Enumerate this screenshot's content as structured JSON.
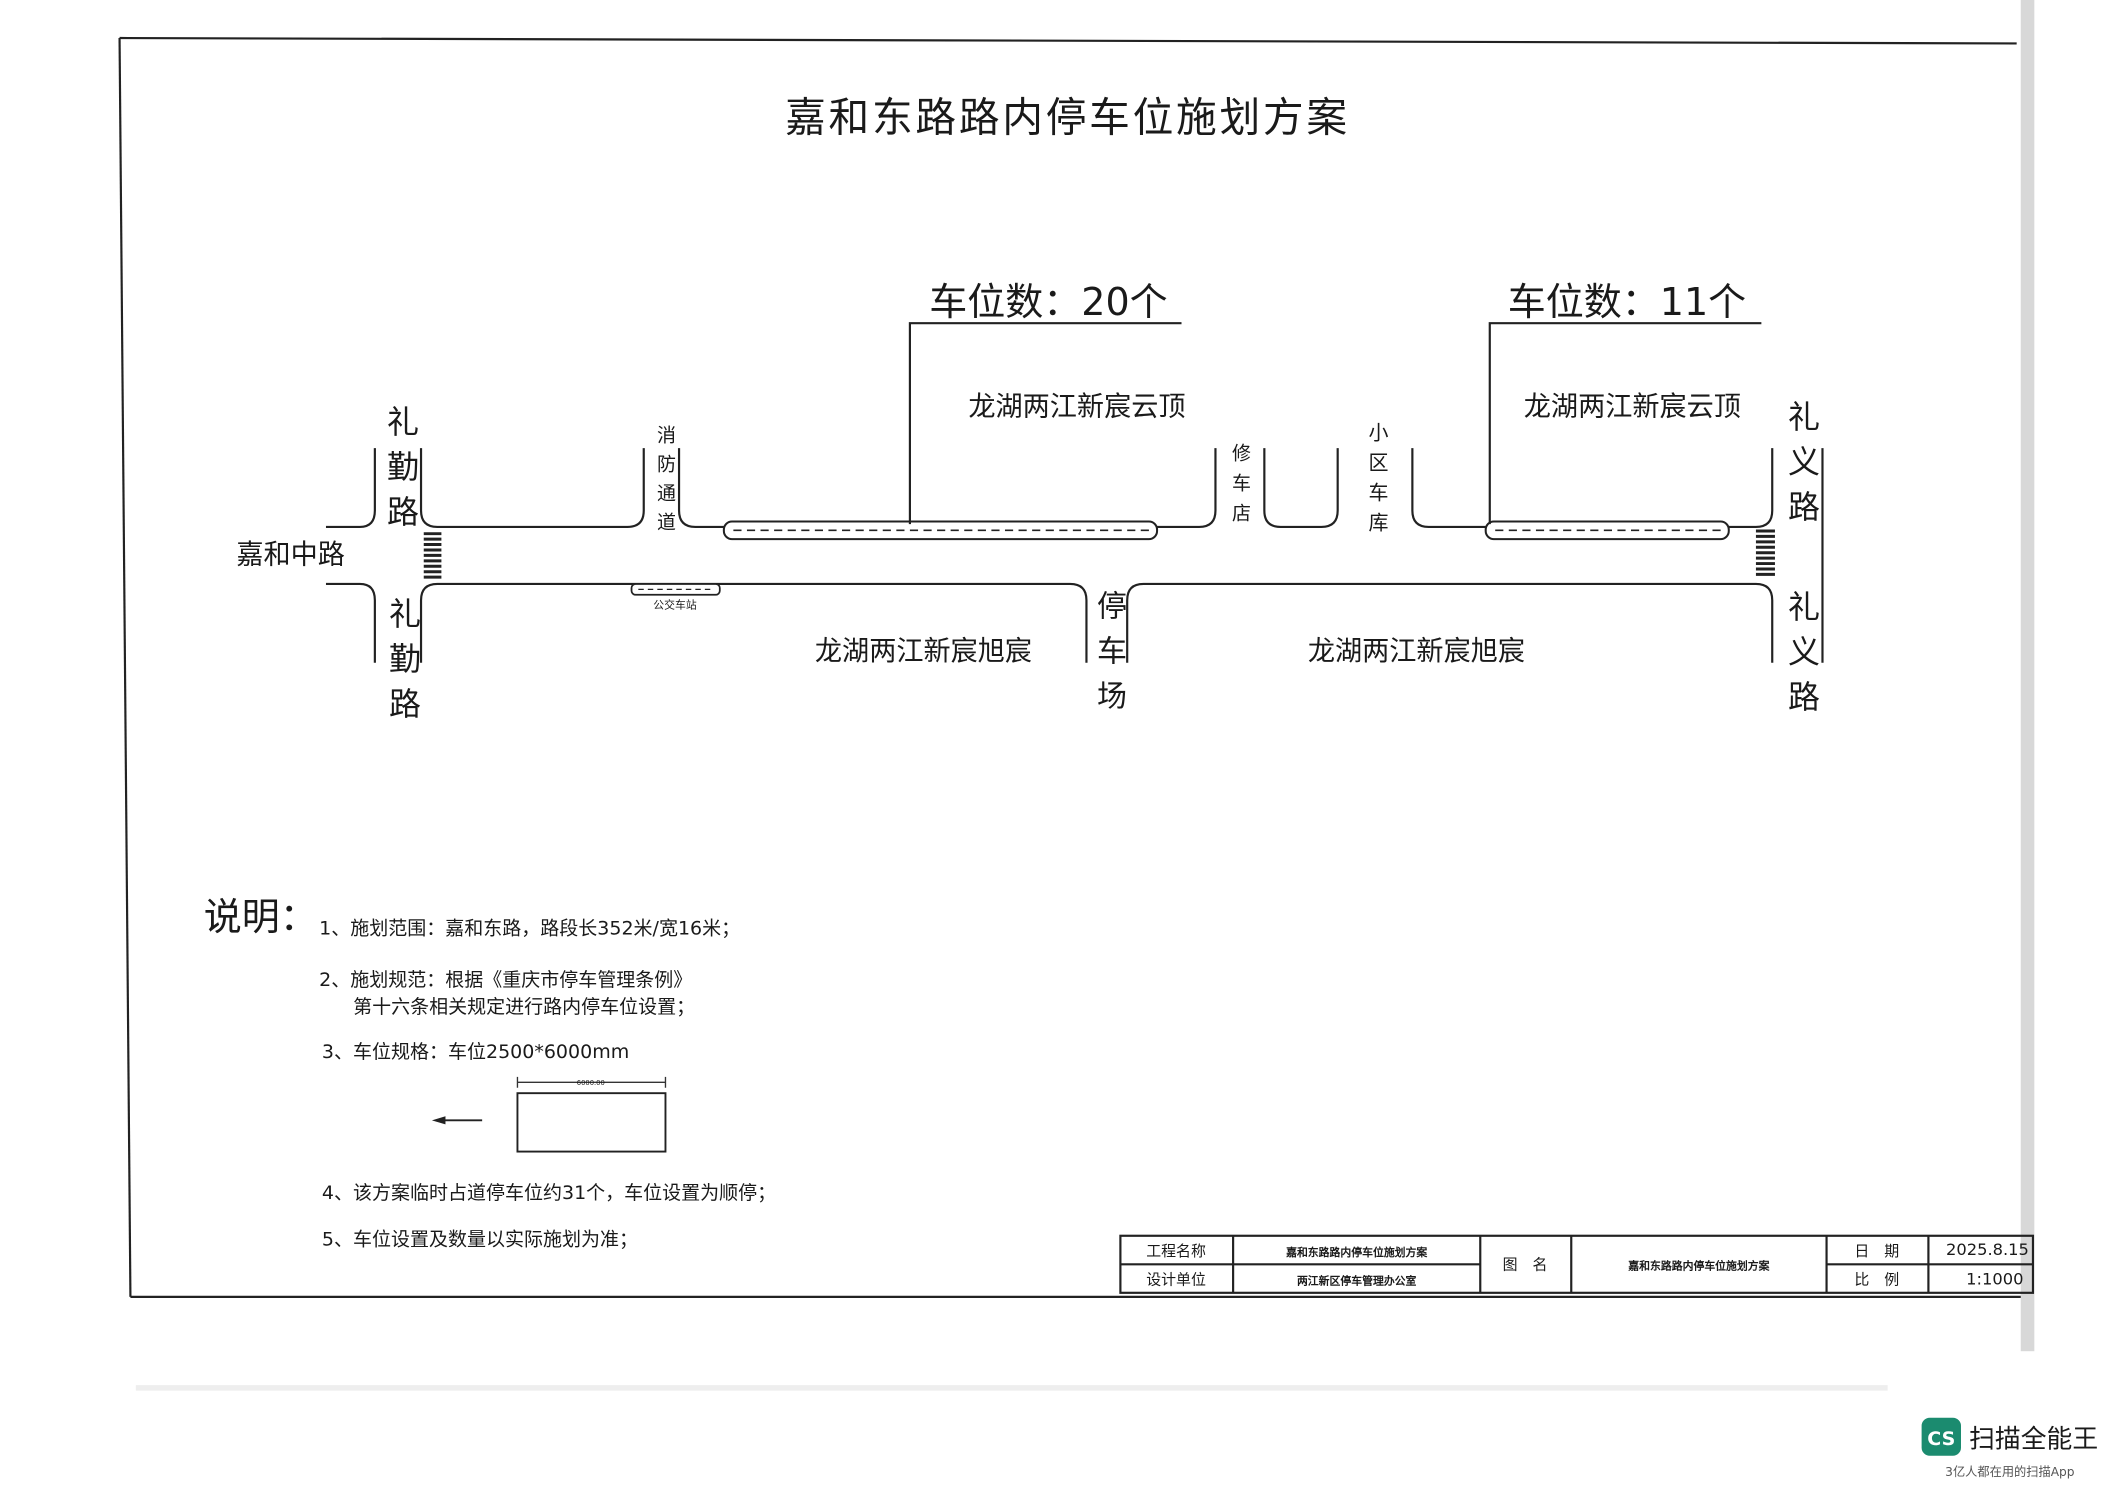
{
  "title": "嘉和东路路内停车位施划方案",
  "parking_counts": {
    "left": "车位数：20个",
    "right": "车位数：11个"
  },
  "roads": {
    "west": "嘉和中路",
    "liqin_north": "礼勤路",
    "liqin_south": "礼勤路",
    "liyi_north": "礼义路",
    "liyi_south": "礼义路"
  },
  "places": {
    "fire_lane": "消防通道",
    "repair_shop": "修车店",
    "garage": "小区车库",
    "parking_lot": "停车场",
    "bus_stop": "公交车站",
    "north_left": "龙湖两江新宸云顶",
    "north_right": "龙湖两江新宸云顶",
    "south_left": "龙湖两江新宸旭宸",
    "south_right": "龙湖两江新宸旭宸"
  },
  "notes": {
    "heading": "说明：",
    "items": [
      "1、施划范围：嘉和东路，路段长352米/宽16米；",
      "2、施划规范：根据《重庆市停车管理条例》",
      "第十六条相关规定进行路内停车位设置；",
      "3、车位规格：车位2500*6000mm",
      "4、该方案临时占道停车位约31个，车位设置为顺停；",
      "5、车位设置及数量以实际施划为准；"
    ],
    "dimension": "6000.00"
  },
  "title_block": {
    "project_label": "工程名称",
    "project_value": "嘉和东路路内停车位施划方案",
    "designer_label": "设计单位",
    "designer_value": "两江新区停车管理办公室",
    "drawing_label": "图　名",
    "drawing_value": "嘉和东路路内停车位施划方案",
    "date_label": "日　期",
    "date_value": "2025.8.15",
    "scale_label": "比　例",
    "scale_value": "1:1000"
  },
  "watermark": {
    "logo": "CS",
    "name": "扫描全能王",
    "tagline": "3亿人都在用的扫描App"
  }
}
